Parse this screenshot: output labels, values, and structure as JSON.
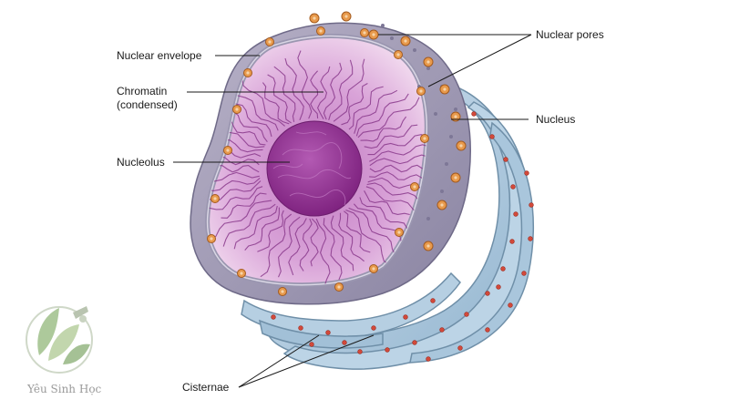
{
  "diagram": {
    "labels": {
      "nuclear_envelope": "Nuclear envelope",
      "chromatin_line1": "Chromatin",
      "chromatin_line2": "(condensed)",
      "nucleolus": "Nucleolus",
      "nuclear_pores": "Nuclear pores",
      "nucleus": "Nucleus",
      "cisternae": "Cisternae"
    },
    "colors": {
      "nucleoplasm": "#d9a3d8",
      "nucleolus": "#8e2f8f",
      "envelope": "#8c8aa6",
      "pore": "#e89a4c",
      "er": "#a9c6dc",
      "ribosome": "#d2493a"
    }
  },
  "watermark": {
    "text": "Yêu Sinh Học",
    "icon": "leaf-logo-icon"
  }
}
